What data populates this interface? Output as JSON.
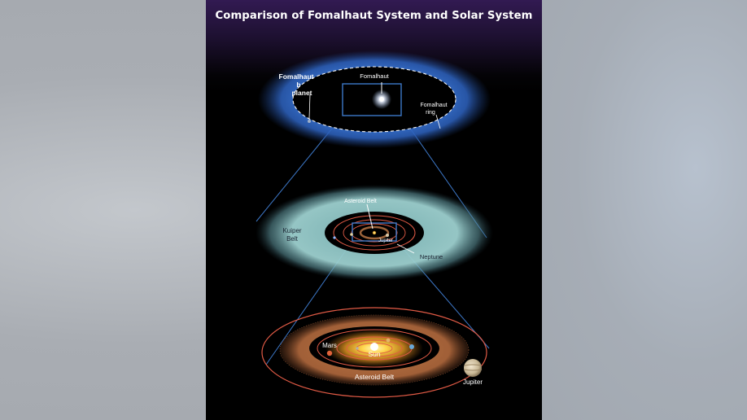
{
  "title": "Comparison of Fomalhaut System and Solar System",
  "fomalhaut_system": {
    "planet_label": [
      "Fomalhaut",
      "b",
      "planet"
    ],
    "star_label": "Fomalhaut",
    "ring_label": [
      "Fomalhaut",
      "ring"
    ]
  },
  "outer_solar_system": {
    "kuiper_label": [
      "Kuiper",
      "Belt"
    ],
    "asteroid_belt_label": "Asteroid Belt",
    "jupiter_label": "Jupiter",
    "neptune_label": "Neptune"
  },
  "inner_solar_system": {
    "mars_label": "Mars",
    "sun_label": "Sun",
    "asteroid_belt_label": "Asteroid Belt",
    "jupiter_label": "Jupiter"
  },
  "colors": {
    "fomalhaut_ring": "#3f7bd6",
    "kuiper_belt": "#8fc4c4",
    "asteroid_belt": "#b56a3c",
    "orbit": "#e05a45",
    "connector": "#3d78c8",
    "sun": "#ffd34a"
  }
}
